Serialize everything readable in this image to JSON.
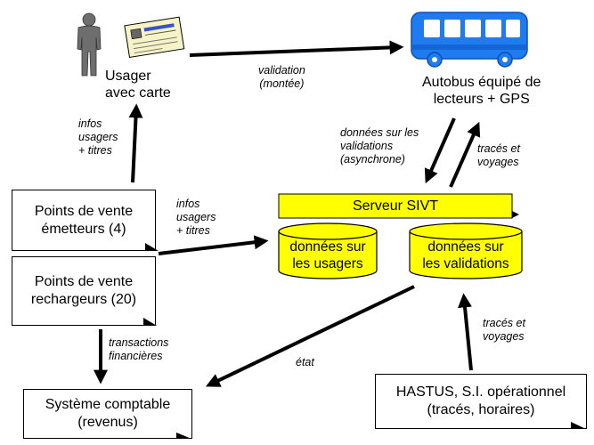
{
  "nodes": {
    "usager": {
      "line1": "Usager",
      "line2": "avec carte"
    },
    "autobus": {
      "line1": "Autobus équipé de",
      "line2": "lecteurs + GPS"
    },
    "serveur": {
      "title": "Serveur SIVT"
    },
    "db_usagers": {
      "line1": "données sur",
      "line2": "les usagers"
    },
    "db_validations": {
      "line1": "données sur",
      "line2": "les validations"
    },
    "pv_emetteurs": {
      "line1": "Points de vente",
      "line2": "émetteurs (4)"
    },
    "pv_rechargeurs": {
      "line1": "Points de vente",
      "line2": "rechargeurs (20)"
    },
    "systeme_comptable": {
      "line1": "Système comptable",
      "line2": "(revenus)"
    },
    "hastus": {
      "line1": "HASTUS, S.I. opérationnel",
      "line2": "(tracés, horaires)"
    }
  },
  "edges": {
    "validation": {
      "line1": "validation",
      "line2": "(montée)"
    },
    "infos_usager": {
      "line1": "infos",
      "line2": "usagers",
      "line3": "+ titres"
    },
    "infos_serveur": {
      "line1": "infos",
      "line2": "usagers",
      "line3": "+ titres"
    },
    "donnees_validations": {
      "line1": "données sur les",
      "line2": "validations",
      "line3": "(asynchrone)"
    },
    "traces_bus": {
      "line1": "tracés et",
      "line2": "voyages"
    },
    "traces_hastus": {
      "line1": "tracés et",
      "line2": "voyages"
    },
    "transactions": {
      "line1": "transactions",
      "line2": "financières"
    },
    "etat": {
      "line1": "état"
    }
  },
  "colors": {
    "bus": "#1e7bf0",
    "server": "#ffff00",
    "arrow": "#000000",
    "person": "#6e6e6e",
    "card": "#f6f3c6"
  },
  "icons": [
    "person-icon",
    "transit-card-icon",
    "bus-icon"
  ]
}
